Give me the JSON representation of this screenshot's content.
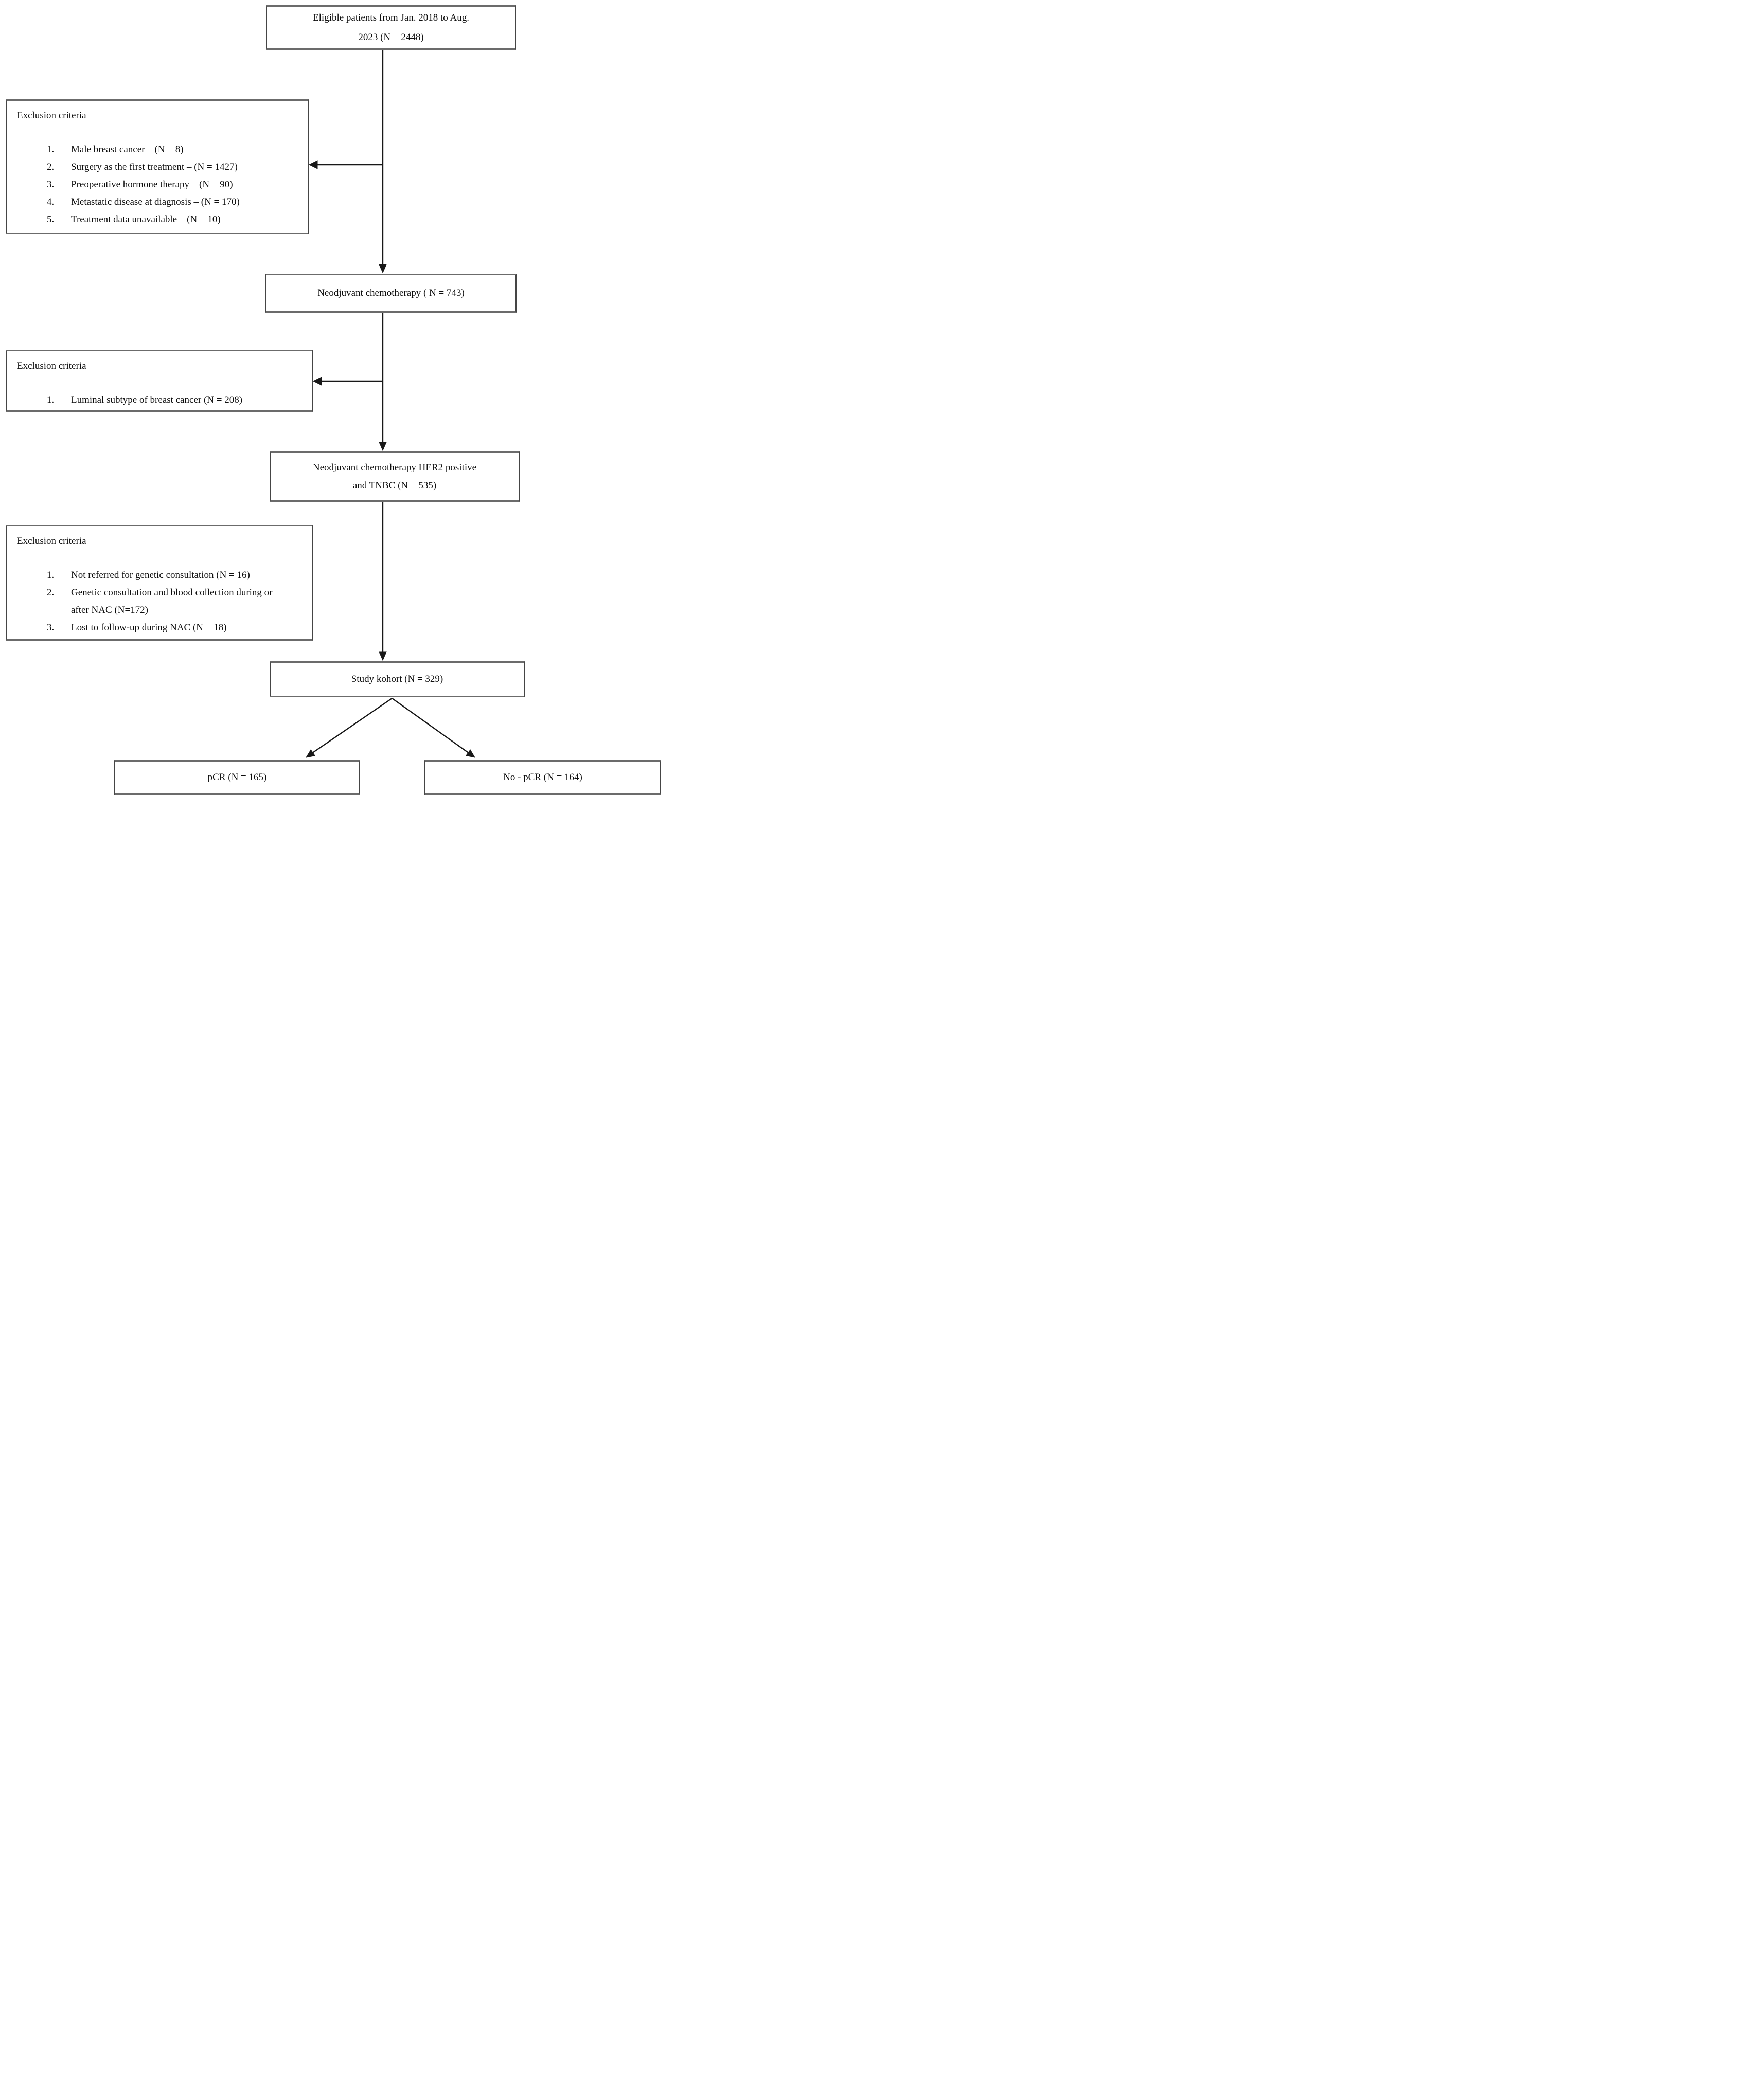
{
  "boxes": {
    "eligible": {
      "line1": "Eligible patients from Jan. 2018 to Aug.",
      "line2": "2023 (N = 2448)"
    },
    "nac": {
      "text": "Neodjuvant chemotherapy ( N = 743)"
    },
    "her2": {
      "line1": "Neodjuvant chemotherapy HER2 positive",
      "line2": "and TNBC (N = 535)"
    },
    "study": {
      "text": "Study kohort (N = 329)"
    },
    "pcr": {
      "text": "pCR (N = 165)"
    },
    "no_pcr": {
      "text": "No - pCR (N = 164)"
    }
  },
  "exclusion1": {
    "heading": "Exclusion criteria",
    "items": [
      {
        "num": "1.",
        "text": "Male breast cancer – (N = 8)"
      },
      {
        "num": "2.",
        "text": "Surgery as the first treatment – (N = 1427)"
      },
      {
        "num": "3.",
        "text": "Preoperative hormone therapy – (N = 90)"
      },
      {
        "num": "4.",
        "text": "Metastatic disease at diagnosis – (N = 170)"
      },
      {
        "num": "5.",
        "text": "Treatment data unavailable – (N = 10)"
      }
    ]
  },
  "exclusion2": {
    "heading": "Exclusion criteria",
    "items": [
      {
        "num": "1.",
        "text": "Luminal subtype of breast cancer (N = 208)"
      }
    ]
  },
  "exclusion3": {
    "heading": "Exclusion criteria",
    "items": [
      {
        "num": "1.",
        "text": "Not referred for genetic consultation (N = 16)"
      },
      {
        "num": "2.",
        "text": "Genetic consultation and blood collection during or after NAC (N=172)"
      },
      {
        "num": "3.",
        "text": "Lost to follow-up during NAC (N = 18)"
      }
    ]
  },
  "colors": {
    "line": "#181818",
    "border": "#454545",
    "background": "#ffffff"
  }
}
